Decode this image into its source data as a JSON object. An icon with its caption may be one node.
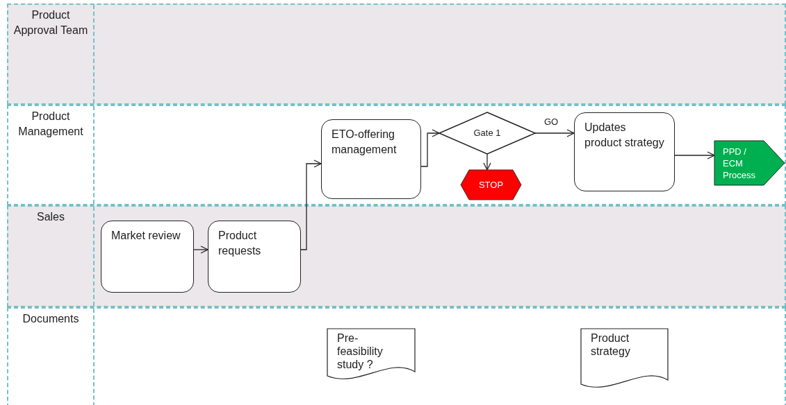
{
  "diagram": {
    "nodes": [
      {
        "text": [
          "Product Approval Team"
        ]
      },
      {
        "text": [
          "Product Management"
        ]
      },
      {
        "text": [
          "ETO-offering management"
        ],
        "in": 1
      },
      {
        "text": [
          "Gate 1"
        ],
        "in": 1
      },
      {
        "text": [
          "STOP"
        ],
        "in": 1
      },
      {
        "text": [
          "Updates product strategy"
        ],
        "in": 1
      },
      {
        "text": [
          "PPD / ECM Process"
        ],
        "in": 1
      },
      {
        "text": [
          "Sales"
        ]
      },
      {
        "text": [
          "Market review"
        ],
        "in": 7
      },
      {
        "text": [
          "Product requests"
        ],
        "in": 7
      },
      {
        "text": [
          "Documents"
        ]
      },
      {
        "text": [
          "Pre- feasibility study ?"
        ],
        "in": 10
      },
      {
        "text": [
          "Product strategy"
        ],
        "in": 10
      }
    ],
    "edges": [
      {
        "from": 8,
        "to": 9,
        "arrow": "to"
      },
      {
        "from": 9,
        "to": 2,
        "arrow": "to"
      },
      {
        "from": 2,
        "to": 3,
        "arrow": "to"
      },
      {
        "from": 3,
        "to": 4,
        "arrow": "to"
      },
      {
        "from": 3,
        "to": 5,
        "arrow": "to",
        "label": "GO"
      },
      {
        "from": 5,
        "to": 6,
        "arrow": "to"
      }
    ]
  }
}
